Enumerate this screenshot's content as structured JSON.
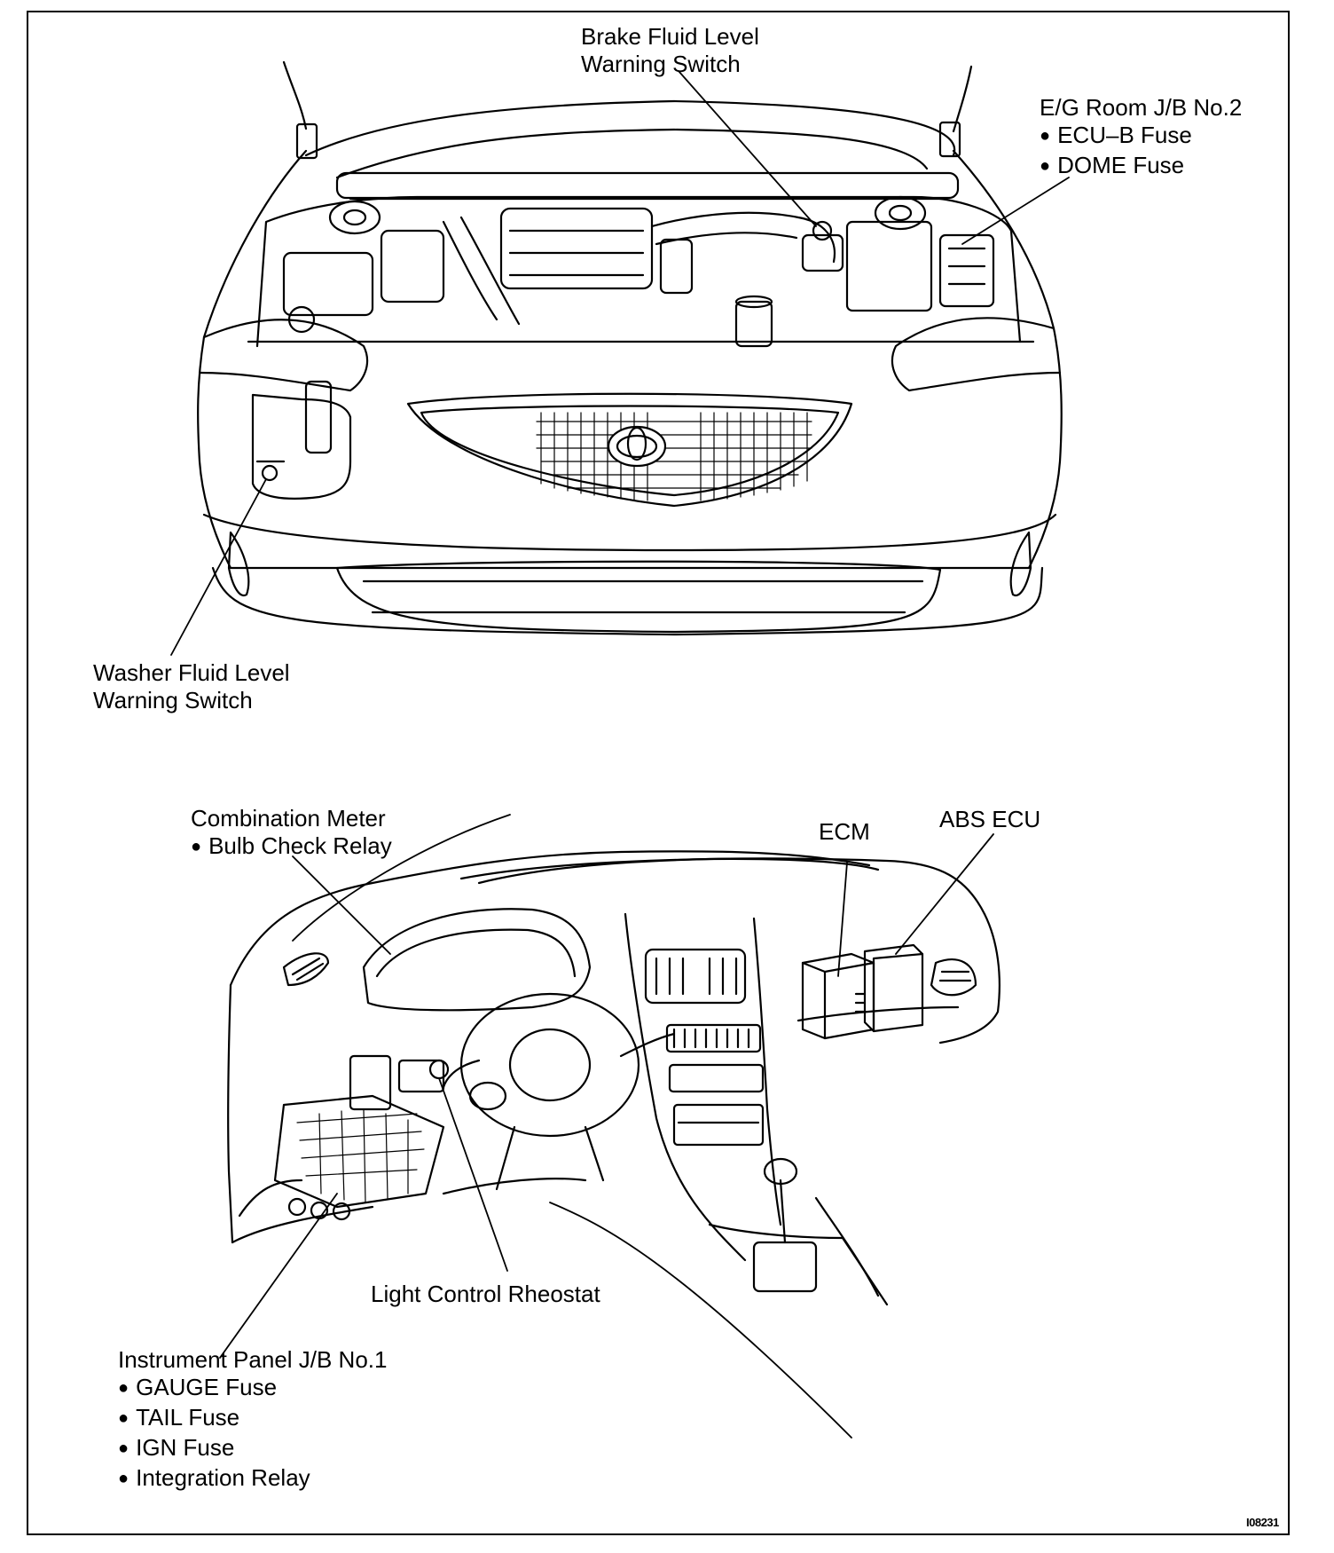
{
  "figure_id": "I08231",
  "engine_bay": {
    "brake_switch": {
      "line1": "Brake Fluid Level",
      "line2": "Warning Switch"
    },
    "jb2": {
      "title": "E/G Room J/B No.2",
      "items": [
        "ECU–B Fuse",
        "DOME Fuse"
      ]
    },
    "washer_switch": {
      "line1": "Washer Fluid Level",
      "line2": "Warning Switch"
    }
  },
  "dashboard": {
    "combination_meter": {
      "title": "Combination Meter",
      "items": [
        "Bulb Check Relay"
      ]
    },
    "ecm": "ECM",
    "abs_ecu": "ABS ECU",
    "rheostat": "Light Control Rheostat",
    "jb1": {
      "title": "Instrument Panel J/B No.1",
      "items": [
        "GAUGE Fuse",
        "TAIL Fuse",
        "IGN Fuse",
        "Integration Relay"
      ]
    }
  }
}
